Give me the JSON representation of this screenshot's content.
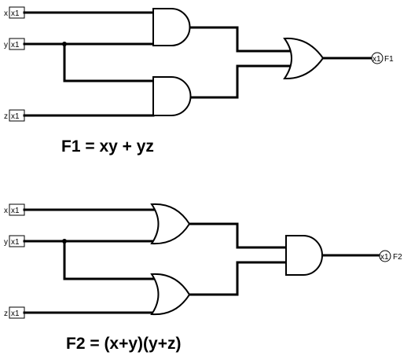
{
  "circuit1": {
    "inputs": [
      {
        "name": "x",
        "tag": "x1"
      },
      {
        "name": "y",
        "tag": "x1"
      },
      {
        "name": "z",
        "tag": "x1"
      }
    ],
    "output": {
      "tag": "x1",
      "name": "F1"
    },
    "equation": "F1 = xy + yz"
  },
  "circuit2": {
    "inputs": [
      {
        "name": "x",
        "tag": "x1"
      },
      {
        "name": "y",
        "tag": "x1"
      },
      {
        "name": "z",
        "tag": "x1"
      }
    ],
    "output": {
      "tag": "x1",
      "name": "F2"
    },
    "equation": "F2 = (x+y)(y+z)"
  }
}
